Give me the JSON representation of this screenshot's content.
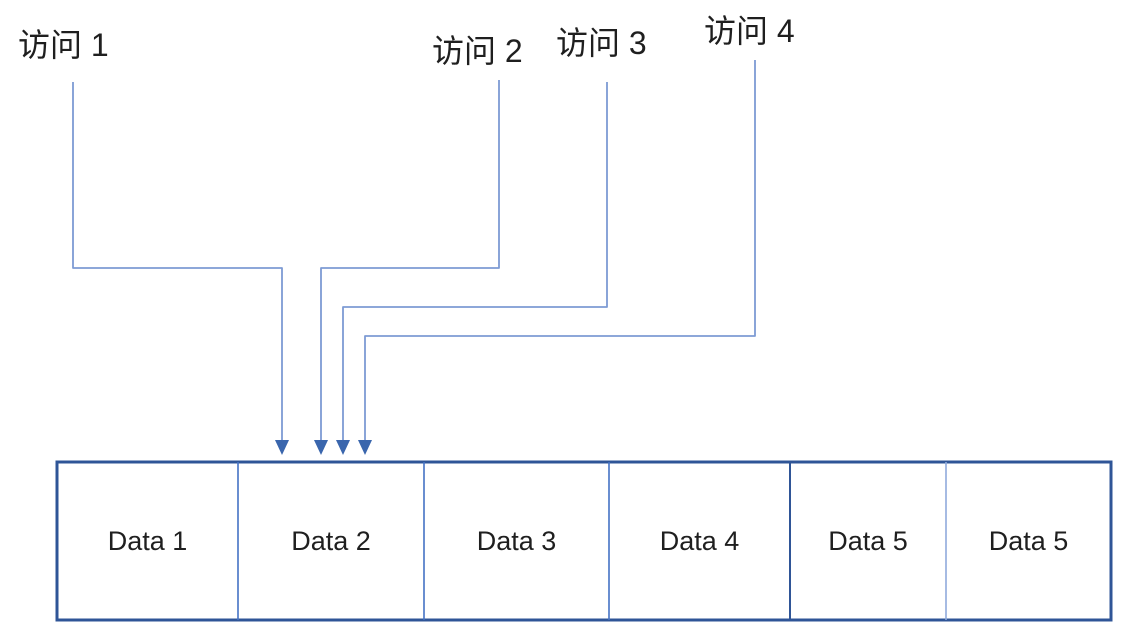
{
  "colors": {
    "text": "#1f1f1f",
    "connector": "#7d9bd4",
    "arrow": "#3a66ad",
    "box_border": "#2f5597",
    "divider": "#4472c4",
    "divider_light": "#8faadc"
  },
  "access_labels": [
    {
      "text": "访问 1",
      "target": "Data 2"
    },
    {
      "text": "访问 2",
      "target": "Data 2"
    },
    {
      "text": "访问 3",
      "target": "Data 2"
    },
    {
      "text": "访问 4",
      "target": "Data 2"
    }
  ],
  "memory_cells": [
    {
      "label": "Data 1"
    },
    {
      "label": "Data 2"
    },
    {
      "label": "Data 3"
    },
    {
      "label": "Data 4"
    },
    {
      "label": "Data 5"
    },
    {
      "label": "Data 5"
    }
  ]
}
